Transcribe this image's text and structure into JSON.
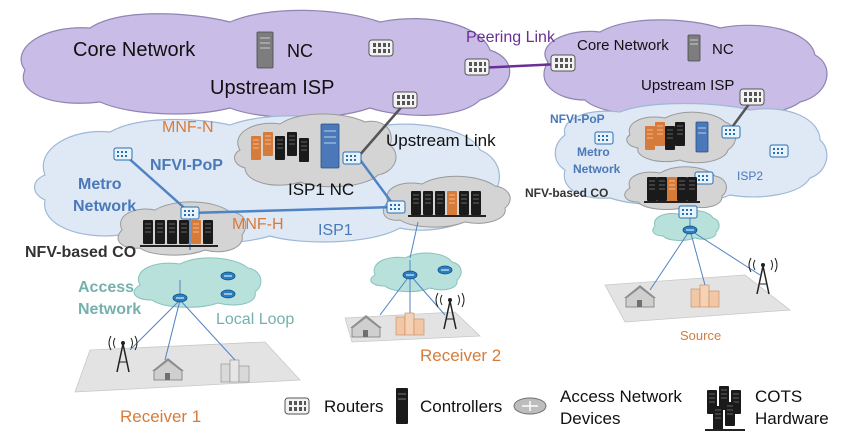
{
  "colors": {
    "core_cloud": "#c9bce6",
    "core_cloud_edge": "#8f84b3",
    "metro_cloud": "#dfe9f5",
    "metro_cloud_edge": "#9fb8d6",
    "access_cloud": "#b9e1dc",
    "co_cloud": "#d4d4d4",
    "link_blue": "#4f83c4",
    "peering_purple": "#6a2f96",
    "orange": "#d77b3a",
    "steel_blue": "#4a78b8",
    "teal": "#74b1ad",
    "router_grey": "#7a7a7a"
  },
  "left": {
    "core_network": "Core Network",
    "nc": "NC",
    "upstream_isp": "Upstream ISP",
    "mnf_n": "MNF-N",
    "upstream_link": "Upstream Link",
    "nfvi_pop": "NFVI-PoP",
    "isp1_nc": "ISP1 NC",
    "metro_network": [
      "Metro",
      "Network"
    ],
    "mnf_h": "MNF-H",
    "isp1": "ISP1",
    "nfv_based_co": "NFV-based CO",
    "access_network": [
      "Access",
      "Network"
    ],
    "local_loop": "Local Loop",
    "receiver_1": "Receiver 1",
    "receiver_2": "Receiver 2"
  },
  "peering_link": "Peering Link",
  "right": {
    "core_network": "Core Network",
    "nc": "NC",
    "upstream_isp": "Upstream ISP",
    "nfvi_pop": "NFVI-PoP",
    "metro_network": [
      "Metro",
      "Network"
    ],
    "isp2": "ISP2",
    "nfv_based_co": "NFV-based CO",
    "source": "Source"
  },
  "legend": {
    "routers": "Routers",
    "controllers": "Controllers",
    "access_devices": [
      "Access Network",
      "Devices"
    ],
    "cots": [
      "COTS",
      "Hardware"
    ]
  }
}
